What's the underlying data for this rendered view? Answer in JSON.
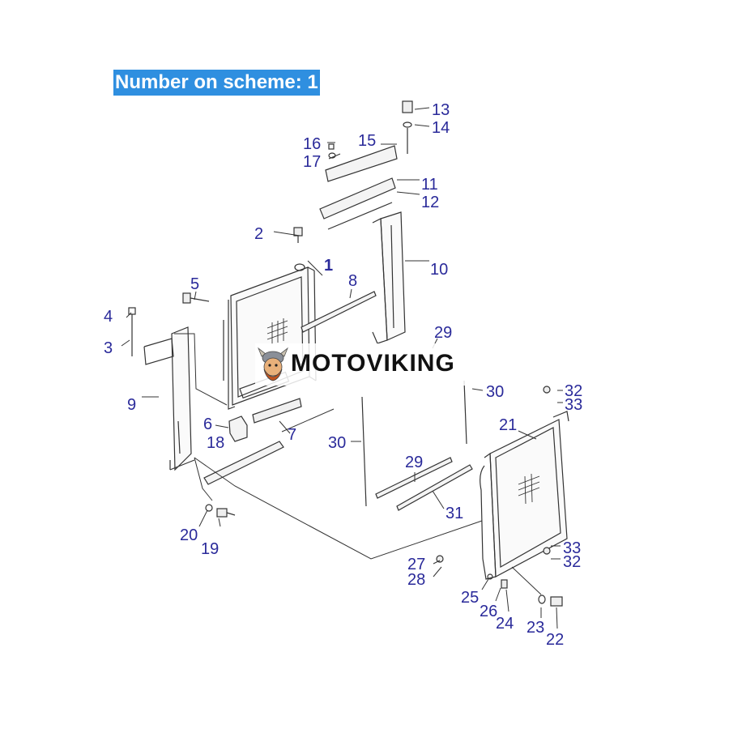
{
  "header": {
    "label": "Number on scheme: 1"
  },
  "watermark": {
    "text": "MOTOVIKING"
  },
  "colors": {
    "banner": "#2f8fe0",
    "callout": "#2a2a9a",
    "line": "#333333"
  },
  "callouts": [
    {
      "id": "c1",
      "text": "1"
    },
    {
      "id": "c2",
      "text": "2"
    },
    {
      "id": "c3",
      "text": "3"
    },
    {
      "id": "c4",
      "text": "4"
    },
    {
      "id": "c5",
      "text": "5"
    },
    {
      "id": "c6",
      "text": "6"
    },
    {
      "id": "c7",
      "text": "7"
    },
    {
      "id": "c8",
      "text": "8"
    },
    {
      "id": "c9",
      "text": "9"
    },
    {
      "id": "c10",
      "text": "10"
    },
    {
      "id": "c11",
      "text": "11"
    },
    {
      "id": "c12",
      "text": "12"
    },
    {
      "id": "c13",
      "text": "13"
    },
    {
      "id": "c14",
      "text": "14"
    },
    {
      "id": "c15",
      "text": "15"
    },
    {
      "id": "c16",
      "text": "16"
    },
    {
      "id": "c17",
      "text": "17"
    },
    {
      "id": "c18",
      "text": "18"
    },
    {
      "id": "c19",
      "text": "19"
    },
    {
      "id": "c20",
      "text": "20"
    },
    {
      "id": "c21",
      "text": "21"
    },
    {
      "id": "c22",
      "text": "22"
    },
    {
      "id": "c23",
      "text": "23"
    },
    {
      "id": "c24",
      "text": "24"
    },
    {
      "id": "c25",
      "text": "25"
    },
    {
      "id": "c26",
      "text": "26"
    },
    {
      "id": "c27",
      "text": "27"
    },
    {
      "id": "c28",
      "text": "28"
    },
    {
      "id": "c29a",
      "text": "29"
    },
    {
      "id": "c29b",
      "text": "29"
    },
    {
      "id": "c30a",
      "text": "30"
    },
    {
      "id": "c30b",
      "text": "30"
    },
    {
      "id": "c31",
      "text": "31"
    },
    {
      "id": "c32a",
      "text": "32"
    },
    {
      "id": "c32b",
      "text": "32"
    },
    {
      "id": "c33a",
      "text": "33"
    },
    {
      "id": "c33b",
      "text": "33"
    }
  ]
}
